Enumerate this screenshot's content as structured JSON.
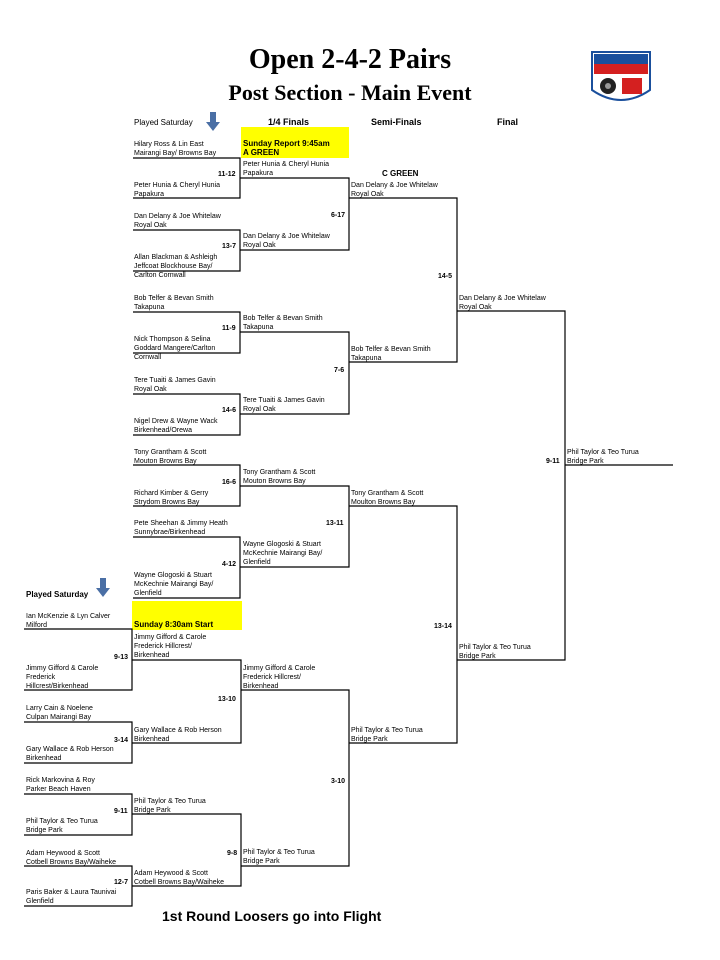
{
  "header": {
    "title": "Open 2-4-2 Pairs",
    "subtitle": "Post Section - Main Event"
  },
  "columns": {
    "quarter": "1/4 Finals",
    "semi": "Semi-Finals",
    "final": "Final"
  },
  "notes": {
    "played_sat_top": "Played Saturday",
    "played_sat_bottom": "Played Saturday",
    "sunday_report": "Sunday Report 9:45am",
    "a_green": "A GREEN",
    "c_green": "C GREEN",
    "sunday_start": "Sunday 8:30am Start"
  },
  "names": {
    "n1": "Hilary Ross & Lin East\nMairangi Bay/ Browns Bay",
    "n2": "Peter Hunia & Cheryl Hunia\nPapakura",
    "n3": "Dan Delany & Joe Whitelaw\nRoyal Oak",
    "n4": "Allan Blackman & Ashleigh\nJeffcoat Blockhouse Bay/\nCarlton Cornwall",
    "n5": "Bob Telfer & Bevan Smith\nTakapuna",
    "n6": "Nick Thompson & Selina\nGoddard Mangere/Carlton\nCornwall",
    "n7": "Tere Tuaiti & James Gavin\nRoyal Oak",
    "n8": "Nigel Drew & Wayne Wack\nBirkenhead/Orewa",
    "n9": "Tony Grantham & Scott\nMouton Browns Bay",
    "n10": "Richard Kimber & Gerry\nStrydom Browns Bay",
    "n11": "Pete Sheehan & Jimmy Heath\nSunnybrae/Birkenhead",
    "n12": "Wayne Glogoski & Stuart\nMcKechnie Mairangi Bay/\nGlenfield",
    "r1a": "Peter Hunia & Cheryl Hunia\nPapakura",
    "r1b": "Dan Delany & Joe Whitelaw\nRoyal Oak",
    "r1c": "Bob Telfer & Bevan Smith\nTakapuna",
    "r1d": "Tere Tuaiti & James Gavin\nRoyal Oak",
    "r1e": "Tony Grantham & Scott\nMouton Browns Bay",
    "r1f": "Wayne Glogoski & Stuart\nMcKechnie Mairangi Bay/\nGlenfield",
    "s1a": "Dan Delany & Joe Whitelaw\nRoyal Oak",
    "s1b": "Bob Telfer & Bevan Smith\nTakapuna",
    "s1c": "Tony Grantham & Scott\nMoulton Browns Bay",
    "f1a": "Dan Delany & Joe Whitelaw\nRoyal Oak",
    "f1b": "Phil Taylor & Teo Turua\nBridge Park",
    "champ": "Phil Taylor & Teo Turua\nBridge Park",
    "b1": "Ian McKenzie & Lyn Calver\nMilford",
    "b2": "Jimmy Gifford & Carole\nFrederick\nHillcrest/Birkenhead",
    "b3": "Larry Cain & Noelene\nCulpan Mairangi Bay",
    "b4": "Gary Wallace & Rob Herson\nBirkenhead",
    "b5": "Rick Markovina & Roy\nParker Beach Haven",
    "b6": "Phil Taylor & Teo Turua\nBridge Park",
    "b7": "Adam Heywood & Scott\nCotbell Browns Bay/Waiheke",
    "b8": "Paris Baker & Laura Taunivai\nGlenfield",
    "br1a": "Jimmy Gifford & Carole\nFrederick Hillcrest/\nBirkenhead",
    "br1b": "Gary Wallace & Rob Herson\nBirkenhead",
    "br1c": "Phil Taylor & Teo Turua\nBridge Park",
    "br1d": "Adam Heywood & Scott\nCotbell Browns Bay/Waiheke",
    "bq1": "Jimmy Gifford & Carole\nFrederick Hillcrest/\nBirkenhead",
    "bq2": "Phil Taylor & Teo Turua\nBridge Park",
    "bs1": "Phil Taylor & Teo Turua\nBridge Park"
  },
  "scores": {
    "s1": "11-12",
    "s2": "13-7",
    "s3": "11-9",
    "s4": "14-6",
    "s5": "16-6",
    "s6": "4-12",
    "q1": "6-17",
    "q2": "7-6",
    "q3": "13-11",
    "sf1": "14-5",
    "sf2": "13-14",
    "fin": "9-11",
    "b1": "9-13",
    "b2": "3-14",
    "b3": "9-11",
    "b4": "12-7",
    "bq1": "13-10",
    "bq2": "9-8",
    "bs1": "3-10"
  },
  "footer": "1st Round Loosers go into Flight",
  "colors": {
    "highlight": "#ffff00",
    "arrow": "#4a6fa5",
    "logo_blue": "#1a4f9c",
    "logo_red": "#d42020"
  }
}
